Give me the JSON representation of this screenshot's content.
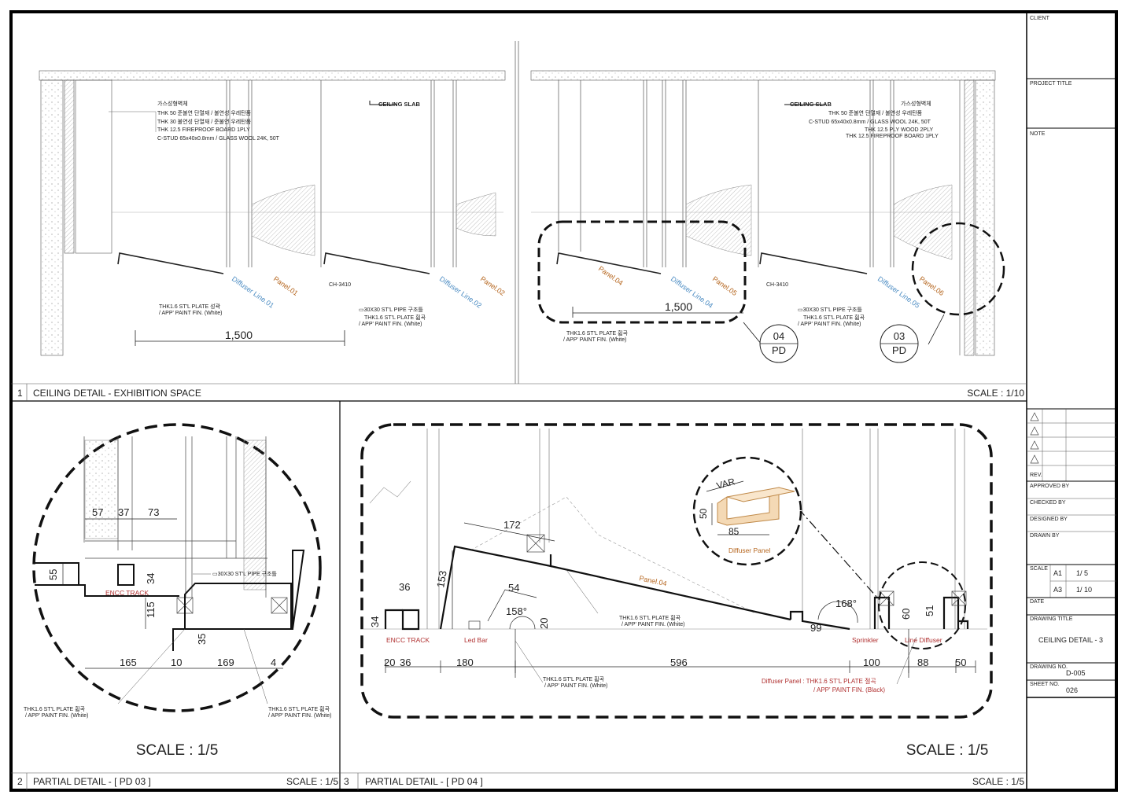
{
  "title_block": {
    "client_label": "CLIENT",
    "project_title_label": "PROJECT TITLE",
    "note_label": "NOTE",
    "rev_label": "REV.",
    "approved_label": "APPROVED BY",
    "checked_label": "CHECKED BY",
    "designed_label": "DESIGNED BY",
    "drawn_label": "DRAWN BY",
    "scale_label": "SCALE",
    "scale_rows": [
      {
        "paper": "A1",
        "value": "1/ 5"
      },
      {
        "paper": "A3",
        "value": "1/ 10"
      }
    ],
    "date_label": "DATE",
    "drawing_title_label": "DRAWING TITLE",
    "drawing_title": "CEILING DETAIL - 3",
    "drawing_no_label": "DRAWING NO.",
    "drawing_no": "D-005",
    "sheet_no_label": "SHEET NO.",
    "sheet_no": "026"
  },
  "view1": {
    "number": "1",
    "title": "CEILING DETAIL - EXHIBITION SPACE",
    "scale": "SCALE : 1/10",
    "ceiling_slab": "CEILING SLAB",
    "left_notes": [
      "가스성형벽체",
      "THK 50 준불연 단열재 / 불연성 우레탄폼",
      "THK 30 불연성 단열재 / 준불연 우레탄폼",
      "THK 12.5 FIREPROOF BOARD 1PLY",
      "C-STUD 65x40x0.8mm / GLASS WOOL 24K, 50T"
    ],
    "right_notes": [
      "가스성형벽체",
      "THK 50 준불연 단열재 / 불연성 우레탄폼",
      "C-STUD 65x40x0.8mm / GLASS WOOL 24K, 50T",
      "THK 12.5 PLY WOOD 2PLY",
      "THK 12.5 FIREPROOF BOARD 1PLY"
    ],
    "plate_note_1": "THK1.6 ST'L PLATE 성곽",
    "plate_note_2": "/ APP' PAINT FIN. (White)",
    "pipe_note": "▭30X30 ST'L PIPE 구조틀",
    "plate_note_3": "THK1.6 ST'L PLATE 휨곡",
    "ch": "CH-3410",
    "dim_1500": "1,500",
    "diffuser_1": "Diffuser Line.01",
    "diffuser_2": "Diffuser Line.02",
    "diffuser_4": "Diffuser Line.04",
    "diffuser_5": "Diffuser Line.05",
    "panel_1": "Panel.01",
    "panel_2": "Panel.02",
    "panel_4": "Panel.04",
    "panel_5": "Panel.05",
    "panel_6": "Panel.06",
    "callout_04": "04",
    "callout_03": "03",
    "callout_pd": "PD"
  },
  "view2": {
    "number": "2",
    "title": "PARTIAL DETAIL - [ PD 03 ]",
    "scale": "SCALE : 1/5",
    "big_scale": "SCALE : 1/5",
    "dims": [
      "57",
      "37",
      "73",
      "55",
      "34",
      "115",
      "35",
      "165",
      "10",
      "169",
      "4"
    ],
    "encc_track": "ENCC TRACK",
    "pipe_note": "▭30X30 ST'L PIPE 구조틀",
    "note_left_1": "THK1.6 ST'L PLATE 휨곡",
    "note_left_2": "/ APP' PAINT FIN. (White)",
    "note_right_1": "THK1.6 ST'L PLATE 휨곡",
    "note_right_2": "/ APP' PAINT FIN. (White)"
  },
  "view3": {
    "number": "3",
    "title": "PARTIAL DETAIL - [ PD 04 ]",
    "scale": "SCALE : 1/5",
    "big_scale": "SCALE : 1/5",
    "dims": [
      "172",
      "153",
      "36",
      "34",
      "54",
      "158°",
      "20",
      "168°",
      "99",
      "60",
      "51",
      "20",
      "36",
      "180",
      "596",
      "100",
      "88",
      "50"
    ],
    "var": "VAR",
    "d50": "50",
    "d85": "85",
    "diffuser_panel": "Diffuser Panel",
    "panel_4": "Panel.04",
    "encc_track": "ENCC TRACK",
    "led_bar": "Led Bar",
    "sprinkler": "Sprinkler",
    "line_diffuser": "Line Diffuser",
    "note_a1": "THK1.6 ST'L PLATE 휨곡",
    "note_a2": "/ APP' PAINT FIN. (White)",
    "note_b1": "THK1.6 ST'L PLATE 휨곡",
    "note_b2": "/ APP' PAINT FIN. (White)",
    "note_c1": "Diffuser Panel : THK1.6 ST'L PLATE 절곡",
    "note_c2": "/ APP' PAINT FIN. (Black)"
  }
}
